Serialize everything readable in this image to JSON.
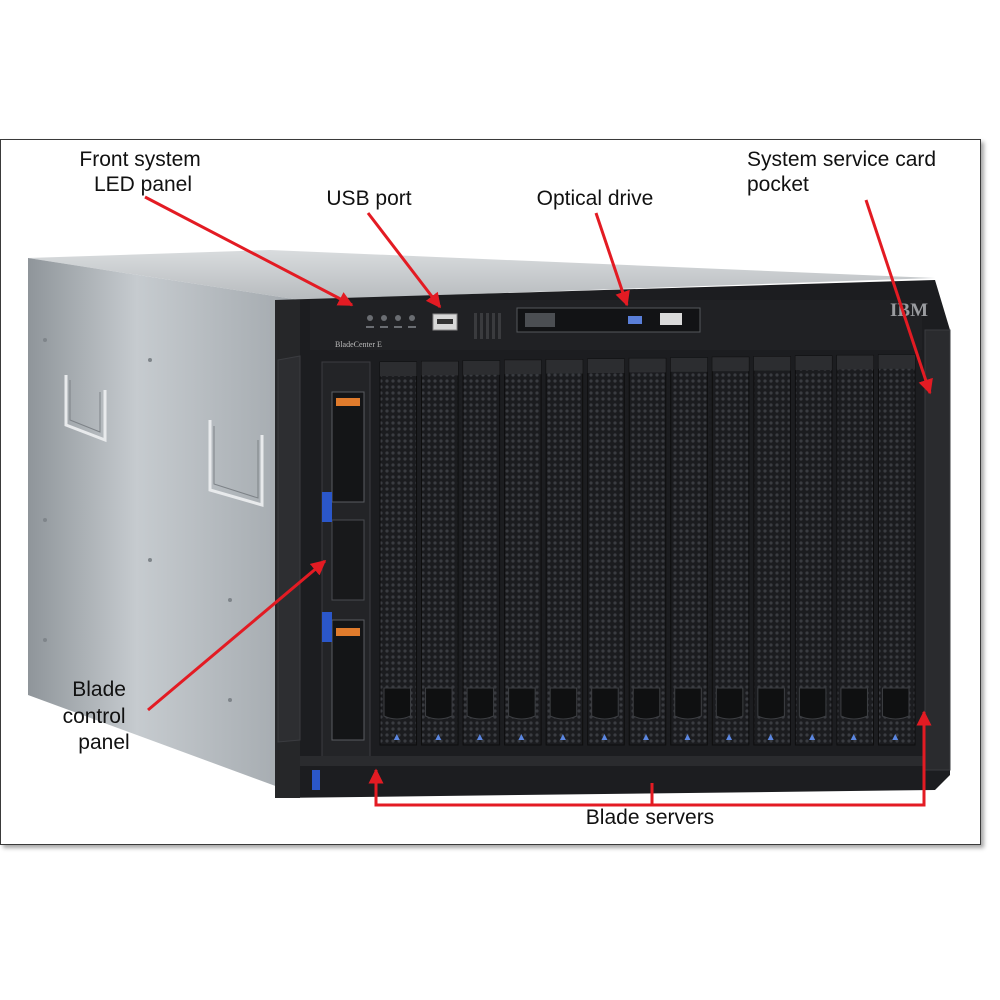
{
  "callouts": {
    "front_led_panel": [
      "Front system",
      "LED panel"
    ],
    "usb_port": "USB port",
    "optical_drive": "Optical drive",
    "service_card_pocket": [
      "System service card",
      "pocket"
    ],
    "blade_control_panel": [
      "Blade",
      "control",
      "panel"
    ],
    "blade_servers": "Blade servers"
  },
  "chassis": {
    "brand": "IBM",
    "model": "BladeCenter E",
    "blade_bay_count": 13
  },
  "colors": {
    "arrow": "#e31b23",
    "chassis_front": "#1c1d20",
    "chassis_side": "#b9bec2",
    "blade_release_tab": "#2b57c9"
  }
}
